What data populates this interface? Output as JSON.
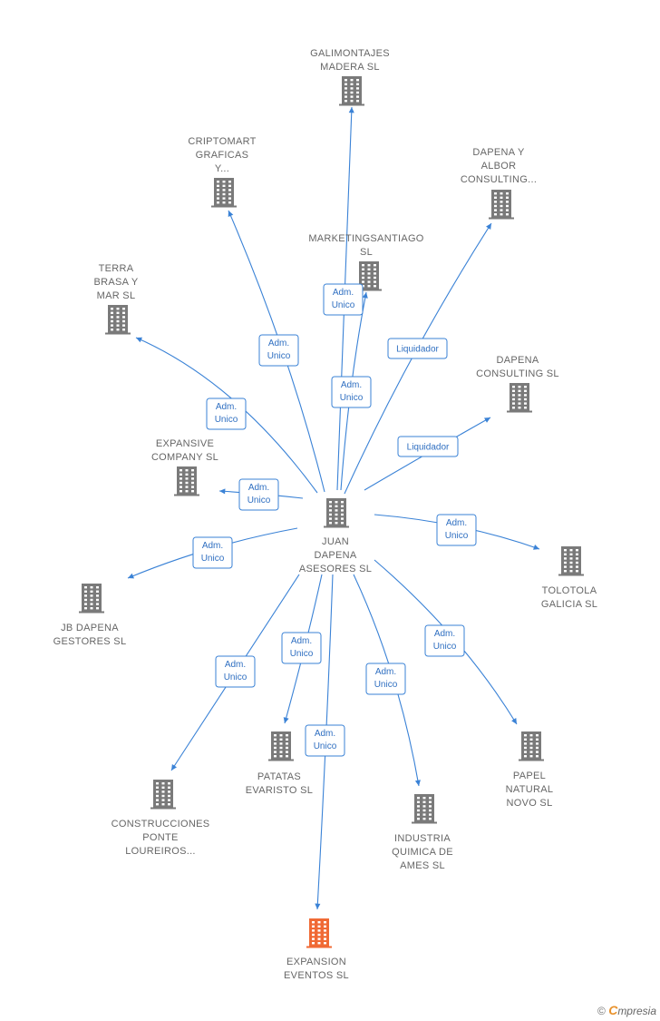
{
  "colors": {
    "edge": "#3a82d6",
    "building": "#7a7a7a",
    "building_highlight": "#f06a35",
    "label": "#666666"
  },
  "nodes": [
    {
      "id": "juan",
      "lines": [
        "JUAN",
        "DAPENA",
        "ASESORES  SL"
      ],
      "icon": "building-icon",
      "highlight": false
    },
    {
      "id": "galimontajes",
      "lines": [
        "GALIMONTAJES",
        "MADERA  SL"
      ],
      "icon": "building-icon",
      "highlight": false
    },
    {
      "id": "criptomart",
      "lines": [
        "CRIPTOMART",
        "GRAFICAS",
        "Y..."
      ],
      "icon": "building-icon",
      "highlight": false
    },
    {
      "id": "dapena-albor",
      "lines": [
        "DAPENA Y",
        "ALBOR",
        "CONSULTING..."
      ],
      "icon": "building-icon",
      "highlight": false
    },
    {
      "id": "marketingsantiago",
      "lines": [
        "MARKETINGSANTIAGO",
        "SL"
      ],
      "icon": "building-icon",
      "highlight": false
    },
    {
      "id": "terra-brasa",
      "lines": [
        "TERRA",
        "BRASA Y",
        "MAR  SL"
      ],
      "icon": "building-icon",
      "highlight": false
    },
    {
      "id": "dapena-consulting",
      "lines": [
        "DAPENA",
        "CONSULTING SL"
      ],
      "icon": "building-icon",
      "highlight": false
    },
    {
      "id": "expansive",
      "lines": [
        "EXPANSIVE",
        "COMPANY  SL"
      ],
      "icon": "building-icon",
      "highlight": false
    },
    {
      "id": "tolotola",
      "lines": [
        "TOLOTOLA",
        "GALICIA  SL"
      ],
      "icon": "building-icon",
      "highlight": false
    },
    {
      "id": "jb-dapena",
      "lines": [
        "JB DAPENA",
        "GESTORES  SL"
      ],
      "icon": "building-icon",
      "highlight": false
    },
    {
      "id": "patatas",
      "lines": [
        "PATATAS",
        "EVARISTO  SL"
      ],
      "icon": "building-icon",
      "highlight": false
    },
    {
      "id": "papel",
      "lines": [
        "PAPEL",
        "NATURAL",
        "NOVO  SL"
      ],
      "icon": "building-icon",
      "highlight": false
    },
    {
      "id": "construcciones",
      "lines": [
        "CONSTRUCCIONES",
        "PONTE",
        "LOUREIROS..."
      ],
      "icon": "building-icon",
      "highlight": false
    },
    {
      "id": "industria",
      "lines": [
        "INDUSTRIA",
        "QUIMICA DE",
        "AMES  SL"
      ],
      "icon": "building-icon",
      "highlight": false
    },
    {
      "id": "expansion",
      "lines": [
        "EXPANSION",
        "EVENTOS  SL"
      ],
      "icon": "building-icon",
      "highlight": true
    }
  ],
  "edges": [
    {
      "to": "galimontajes",
      "label": [
        "Adm.",
        "Unico"
      ]
    },
    {
      "to": "criptomart",
      "label": [
        "Adm.",
        "Unico"
      ]
    },
    {
      "to": "dapena-albor",
      "label": [
        "Liquidador"
      ]
    },
    {
      "to": "marketingsantiago",
      "label": [
        "Adm.",
        "Unico"
      ]
    },
    {
      "to": "terra-brasa",
      "label": [
        "Adm.",
        "Unico"
      ]
    },
    {
      "to": "dapena-consulting",
      "label": [
        "Liquidador"
      ]
    },
    {
      "to": "expansive",
      "label": [
        "Adm.",
        "Unico"
      ]
    },
    {
      "to": "tolotola",
      "label": [
        "Adm.",
        "Unico"
      ]
    },
    {
      "to": "jb-dapena",
      "label": [
        "Adm.",
        "Unico"
      ]
    },
    {
      "to": "patatas",
      "label": [
        "Adm.",
        "Unico"
      ]
    },
    {
      "to": "papel",
      "label": [
        "Adm.",
        "Unico"
      ]
    },
    {
      "to": "construcciones",
      "label": [
        "Adm.",
        "Unico"
      ]
    },
    {
      "to": "industria",
      "label": [
        "Adm.",
        "Unico"
      ]
    },
    {
      "to": "expansion",
      "label": [
        "Adm.",
        "Unico"
      ]
    }
  ],
  "footer": {
    "copyright": "©",
    "brand_first": "C",
    "brand_rest": "mpresia"
  }
}
